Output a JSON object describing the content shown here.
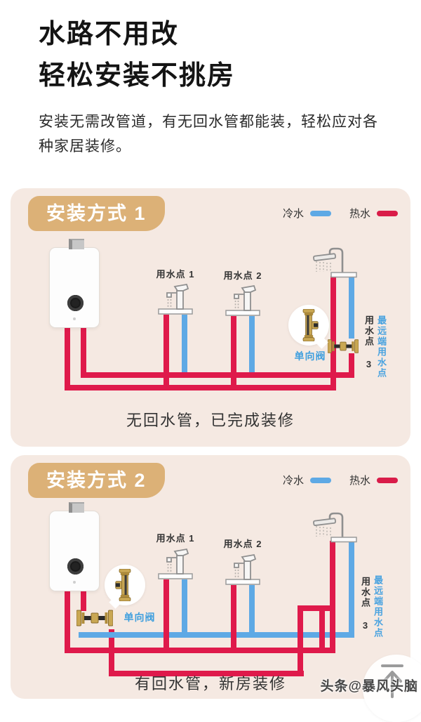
{
  "header": {
    "title_line1": "水路不用改",
    "title_line2": "轻松安装不挑房",
    "intro": "安装无需改管道，有无回水管都能装，轻松应对各种家居装修。"
  },
  "legend": {
    "cold_label": "冷水",
    "hot_label": "热水",
    "cold_color": "#5EA9E5",
    "hot_color": "#D91C49"
  },
  "panels": [
    {
      "badge": "安装方式 1",
      "point1": "用水点 1",
      "point2": "用水点 2",
      "point3": "用水点 3",
      "point3_note": "最远端用水点",
      "valve_label": "单向阀",
      "caption": "无回水管，已完成装修"
    },
    {
      "badge": "安装方式 2",
      "point1": "用水点 1",
      "point2": "用水点 2",
      "point3": "用水点 3",
      "point3_note": "最远端用水点",
      "valve_label": "单向阀",
      "caption": "有回水管，新房装修"
    }
  ],
  "colors": {
    "panel_bg": "#F5E9E2",
    "badge_bg": "#DCB177",
    "pipe_hot": "#DF1A4B",
    "pipe_cold": "#5EA9E5",
    "brass": "#C9A753",
    "valve_text": "#3F9FDE"
  },
  "icons": {
    "scroll_top": "arrow-up-icon",
    "valve": "check-valve-icon",
    "heater": "water-heater-icon",
    "faucet": "faucet-icon",
    "shower": "shower-icon"
  },
  "footer": {
    "watermark": "头条@暴风头脑"
  }
}
